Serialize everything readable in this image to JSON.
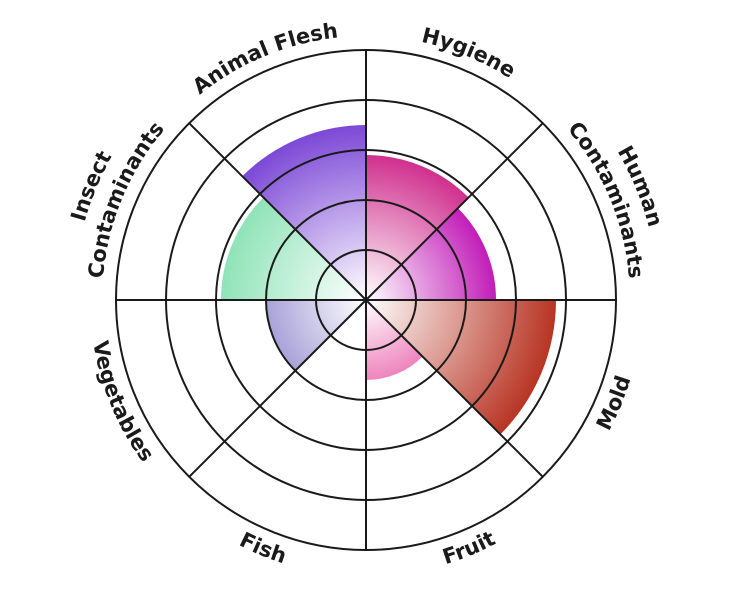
{
  "chart_data": {
    "type": "polar-area",
    "categories": [
      "Hygiene",
      "Human Contaminants",
      "Mold",
      "Fruit",
      "Fish",
      "Vegetables",
      "Insect Contaminants",
      "Animal Flesh"
    ],
    "values": [
      2.9,
      2.6,
      3.8,
      1.6,
      0,
      2.0,
      2.9,
      3.5
    ],
    "rmax": 5,
    "grid_rings": [
      1,
      2,
      3,
      4,
      5
    ],
    "sector_colors": [
      "#d0308e",
      "#c21db8",
      "#b83423",
      "#ee84bd",
      "#e8d99a",
      "#a8a2d8",
      "#8fe3b8",
      "#7c48d6"
    ],
    "labels": [
      {
        "lines": [
          "Hygiene"
        ]
      },
      {
        "lines": [
          "Human",
          "Contaminants"
        ]
      },
      {
        "lines": [
          "Mold"
        ]
      },
      {
        "lines": [
          "Fruit"
        ]
      },
      {
        "lines": [
          "Fish"
        ]
      },
      {
        "lines": [
          "Vegetables"
        ]
      },
      {
        "lines": [
          "Insect",
          "Contaminants"
        ]
      },
      {
        "lines": [
          "Animal Flesh"
        ]
      }
    ]
  }
}
